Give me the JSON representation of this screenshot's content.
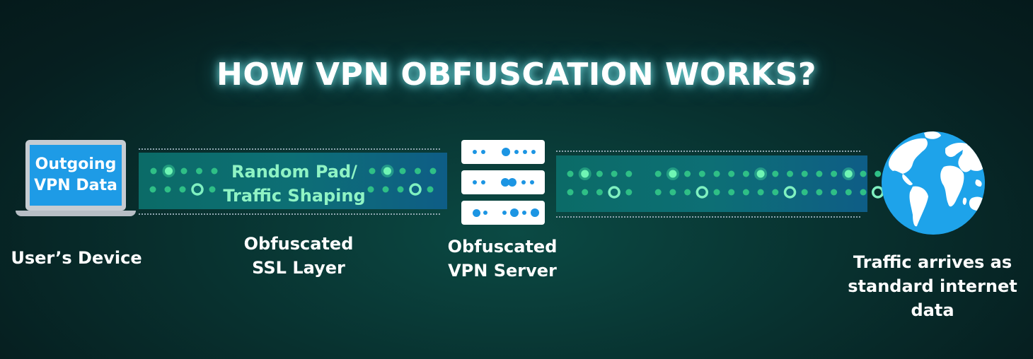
{
  "title": "HOW VPN OBFUSCATION WORKS?",
  "device": {
    "screen_line1": "Outgoing",
    "screen_line2": "VPN Data",
    "label": "User’s Device"
  },
  "tunnel_left": {
    "text_line1": "Random Pad/",
    "text_line2": "Traffic Shaping"
  },
  "ssl_label": {
    "line1": "Obfuscated",
    "line2": "SSL Layer"
  },
  "server_label": {
    "line1": "Obfuscated",
    "line2": "VPN Server"
  },
  "internet_label": {
    "line1": "Traffic arrives as",
    "line2": "standard internet",
    "line3": "data"
  },
  "colors": {
    "background": "#072a2a",
    "screen_blue": "#1e9be6",
    "packet_green": "#5be3a0",
    "globe_blue": "#1ea3ea"
  },
  "icons": [
    "laptop-icon",
    "server-icon",
    "globe-icon"
  ]
}
